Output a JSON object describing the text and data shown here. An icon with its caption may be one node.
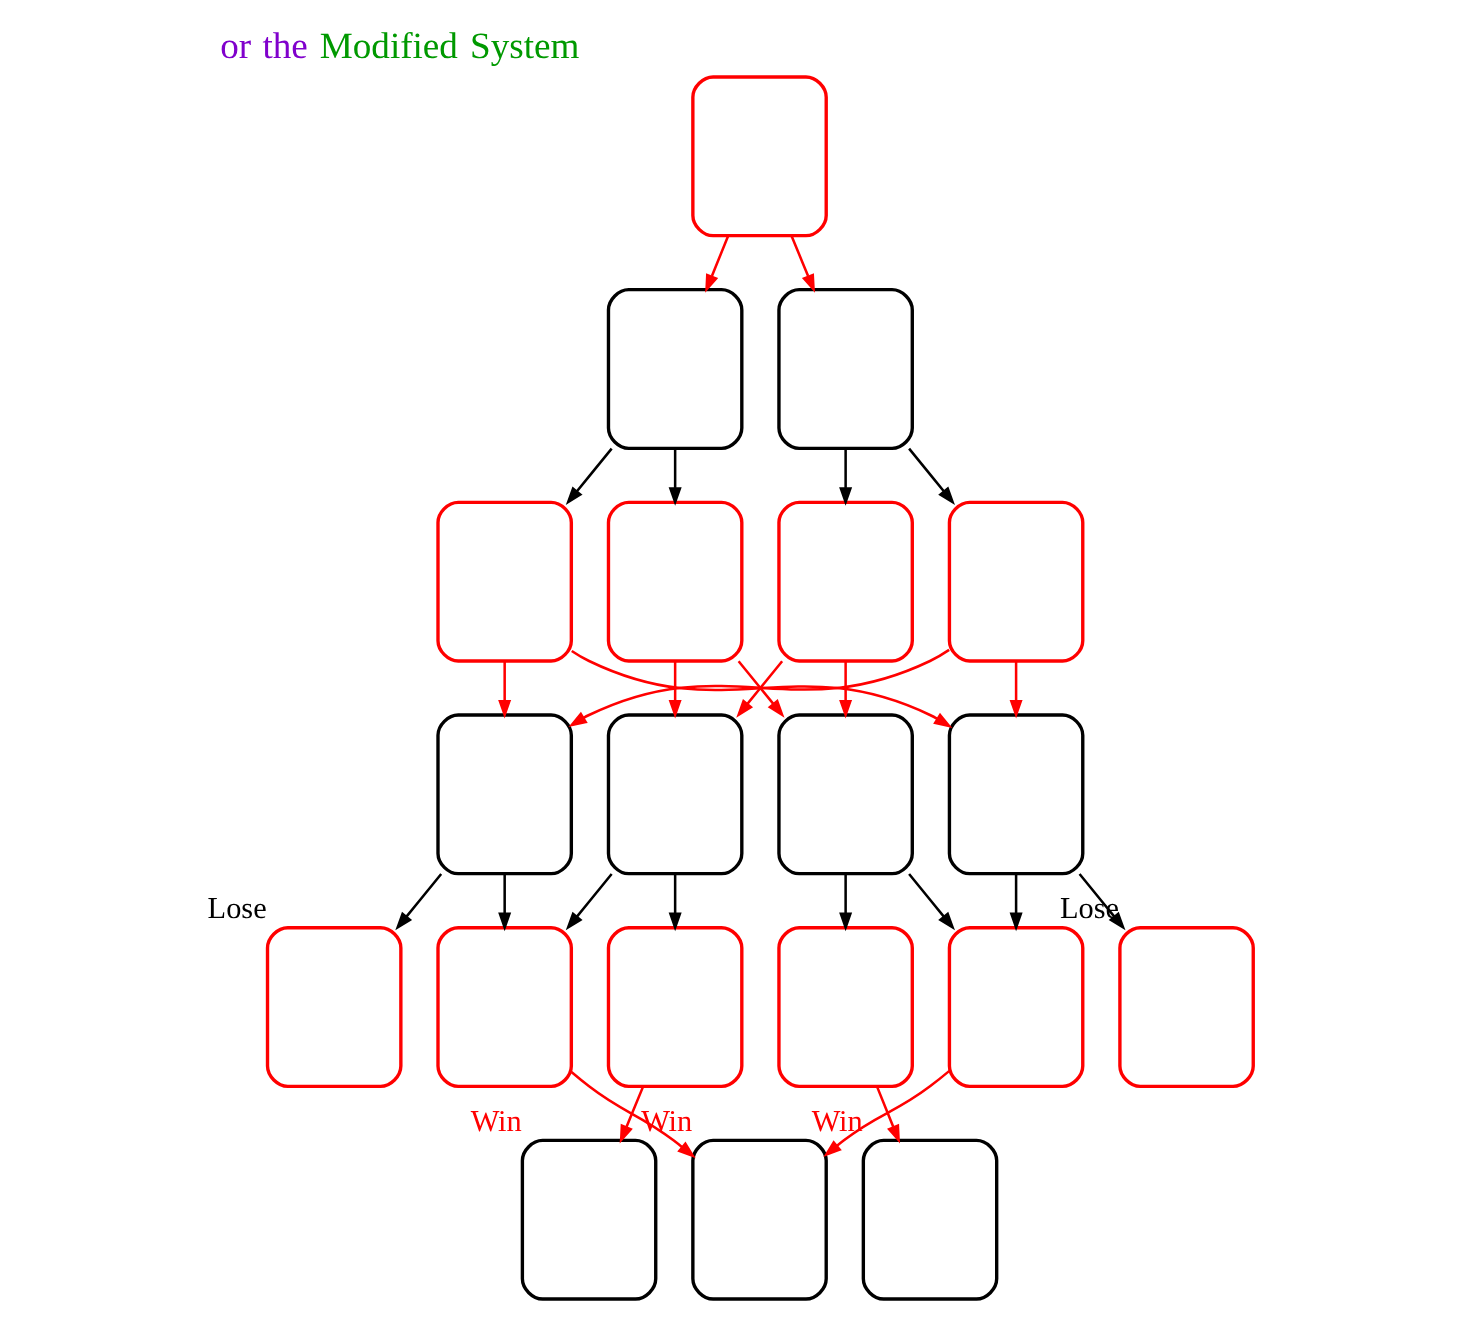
{
  "diagram": {
    "title": "or the Modified System",
    "nodes": [
      {
        "text": [],
        "shape": "box"
      },
      {
        "text": [],
        "shape": "box"
      },
      {
        "text": [],
        "shape": "box"
      },
      {
        "text": [],
        "shape": "box"
      },
      {
        "text": [],
        "shape": "box"
      },
      {
        "text": [],
        "shape": "box"
      },
      {
        "text": [],
        "shape": "box"
      },
      {
        "text": [],
        "shape": "box"
      },
      {
        "text": [],
        "shape": "box"
      },
      {
        "text": [],
        "shape": "box"
      },
      {
        "text": [],
        "shape": "box"
      },
      {
        "text": [],
        "shape": "box",
        "beside": [
          "Lose"
        ]
      },
      {
        "text": [],
        "shape": "box"
      },
      {
        "text": [],
        "shape": "box"
      },
      {
        "text": [],
        "shape": "box"
      },
      {
        "text": [],
        "shape": "box"
      },
      {
        "text": [],
        "shape": "box",
        "beside": [
          "Lose"
        ]
      },
      {
        "text": [],
        "shape": "box",
        "beside": [
          "Win"
        ]
      },
      {
        "text": [],
        "shape": "box",
        "beside": [
          "Win"
        ]
      },
      {
        "text": [],
        "shape": "box",
        "beside": [
          "Win"
        ]
      }
    ],
    "edges": [
      {
        "from": 0,
        "to": 1,
        "arrow": "to"
      },
      {
        "from": 0,
        "to": 2,
        "arrow": "to"
      },
      {
        "from": 1,
        "to": 3,
        "arrow": "to",
        "color": "#000000"
      },
      {
        "from": 1,
        "to": 4,
        "arrow": "to",
        "color": "#000000"
      },
      {
        "from": 2,
        "to": 5,
        "arrow": "to",
        "color": "#000000"
      },
      {
        "from": 2,
        "to": 6,
        "arrow": "to",
        "color": "#000000"
      },
      {
        "from": 3,
        "to": 7,
        "arrow": "to"
      },
      {
        "from": 3,
        "to": 10,
        "arrow": "to"
      },
      {
        "from": 4,
        "to": 8,
        "arrow": "to"
      },
      {
        "from": 4,
        "to": 9,
        "arrow": "to"
      },
      {
        "from": 5,
        "to": 8,
        "arrow": "to"
      },
      {
        "from": 5,
        "to": 9,
        "arrow": "to"
      },
      {
        "from": 6,
        "to": 7,
        "arrow": "to"
      },
      {
        "from": 6,
        "to": 10,
        "arrow": "to"
      },
      {
        "from": 7,
        "to": 11,
        "arrow": "to",
        "color": "#000000"
      },
      {
        "from": 7,
        "to": 12,
        "arrow": "to",
        "color": "#000000"
      },
      {
        "from": 8,
        "to": 12,
        "arrow": "to",
        "color": "#000000"
      },
      {
        "from": 8,
        "to": 13,
        "arrow": "to",
        "color": "#000000"
      },
      {
        "from": 9,
        "to": 14,
        "arrow": "to",
        "color": "#000000"
      },
      {
        "from": 9,
        "to": 15,
        "arrow": "to",
        "color": "#000000"
      },
      {
        "from": 10,
        "to": 15,
        "arrow": "to",
        "color": "#000000"
      },
      {
        "from": 10,
        "to": 16,
        "arrow": "to",
        "color": "#000000"
      },
      {
        "from": 12,
        "to": 18,
        "arrow": "to"
      },
      {
        "from": 13,
        "to": 17,
        "arrow": "to"
      },
      {
        "from": 14,
        "to": 19,
        "arrow": "to"
      },
      {
        "from": 15,
        "to": 18,
        "arrow": "to"
      }
    ]
  }
}
